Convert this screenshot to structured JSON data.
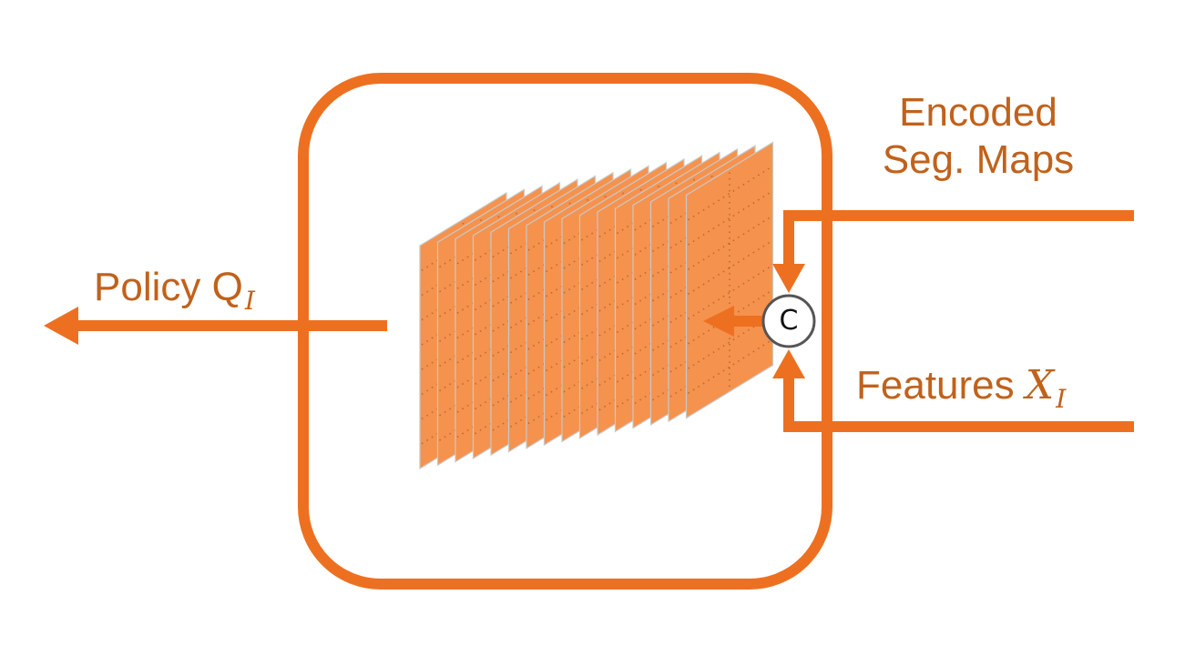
{
  "colors": {
    "accent": "#ED7021",
    "label_text": "#C0621C",
    "slice_fill": "#F5924D",
    "slice_edge": "#C9C9C9",
    "slice_dots": "#8A4A22",
    "concat_border": "#555555"
  },
  "labels": {
    "policy": "Policy Q",
    "policy_sub": "I",
    "encoded_line1": "Encoded",
    "encoded_line2": "Seg. Maps",
    "features": "Features ",
    "features_var": "X",
    "features_sub": "I",
    "concat": "C"
  },
  "feature_volume": {
    "slice_count": 16
  },
  "icons": {
    "output_arrow": "arrow-left-icon",
    "encoded_arrow": "arrow-down-icon",
    "features_arrow": "arrow-up-icon",
    "concat_arrow": "arrow-left-icon"
  }
}
